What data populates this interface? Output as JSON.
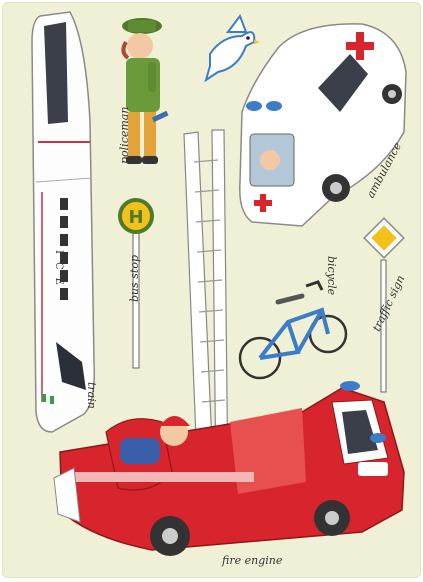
{
  "stickers": {
    "train": {
      "label": "train",
      "icon": "train-icon",
      "car_text": "ICE"
    },
    "policeman": {
      "label": "policeman",
      "icon": "policeman-icon"
    },
    "bird": {
      "icon": "dove-icon"
    },
    "ambulance": {
      "label": "ambulance",
      "icon": "ambulance-icon"
    },
    "bus_stop": {
      "label": "bus stop",
      "icon": "bus-stop-sign-icon",
      "sign_letter": "H"
    },
    "bicycle": {
      "label": "bicycle",
      "icon": "bicycle-icon"
    },
    "traffic_sign": {
      "label": "traffic sign",
      "icon": "priority-road-sign-icon"
    },
    "fire_engine": {
      "label": "fire engine",
      "icon": "fire-engine-icon"
    }
  },
  "colors": {
    "background": "#f0f0d6",
    "red": "#d8242c",
    "green": "#4f7a2a",
    "yellow": "#f2c21b",
    "blue": "#3d7cc9"
  }
}
